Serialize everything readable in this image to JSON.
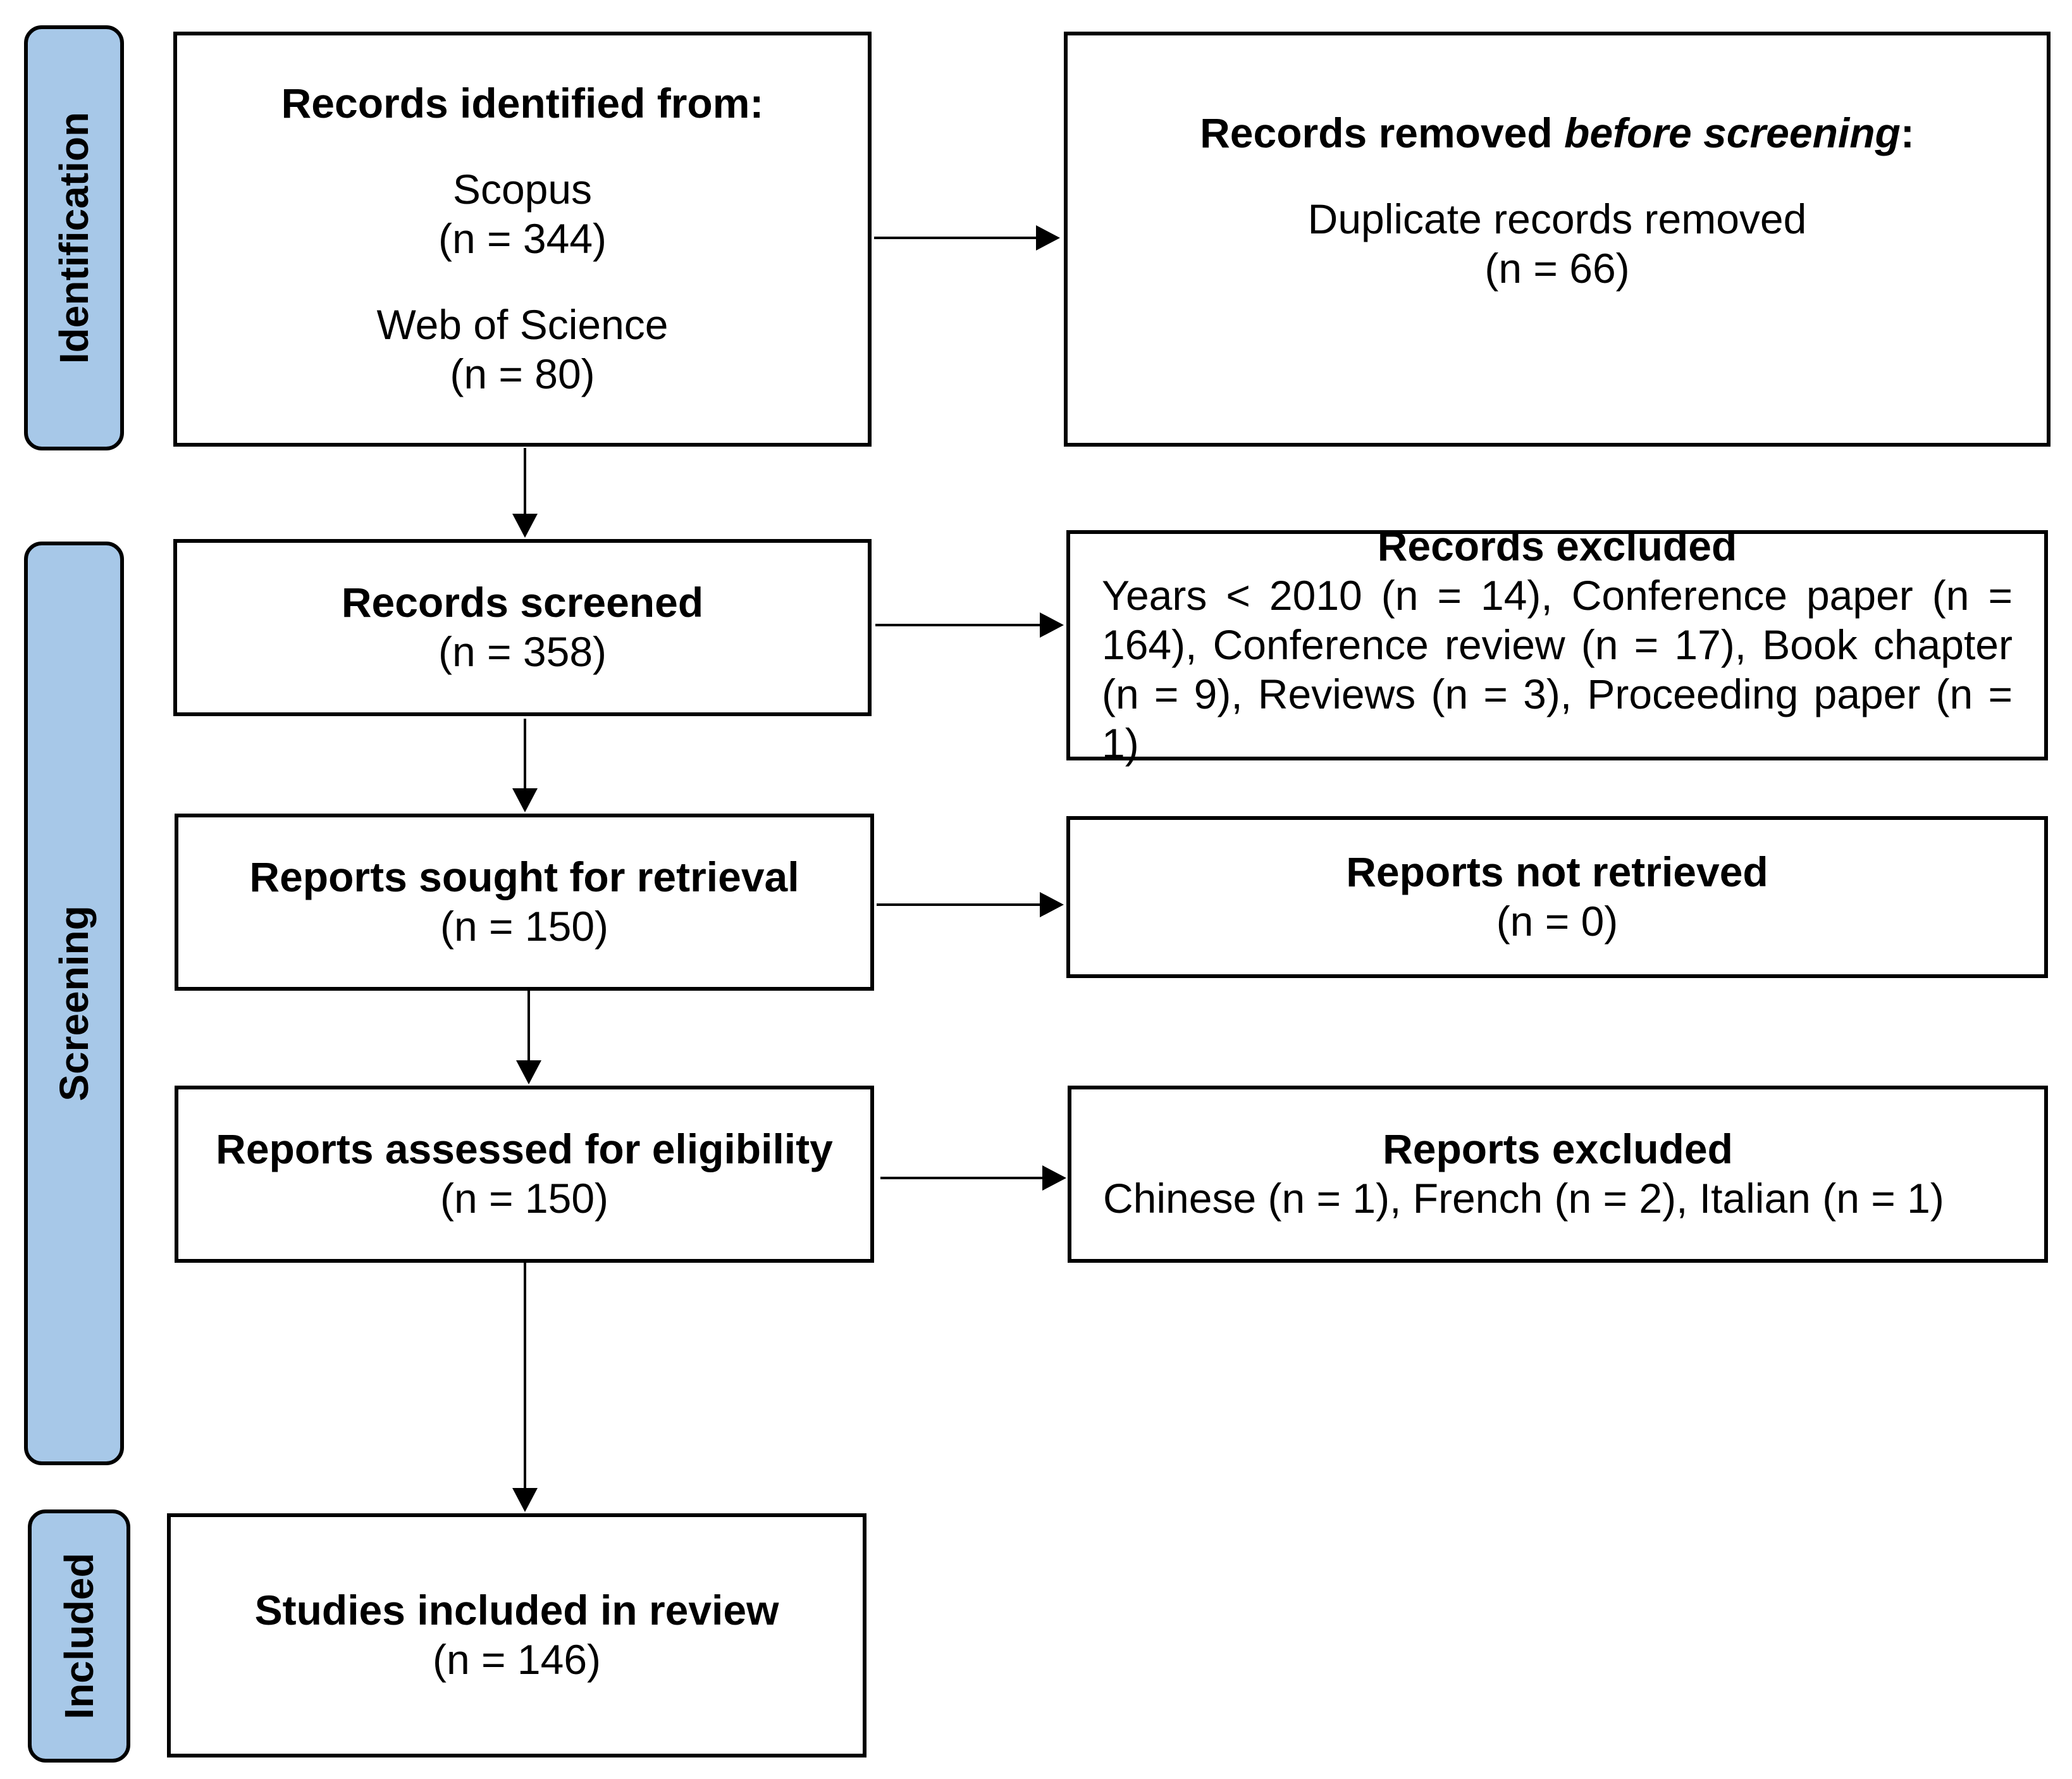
{
  "phases": {
    "identification": "Identification",
    "screening": "Screening",
    "included": "Included"
  },
  "identified": {
    "title": "Records identified from:",
    "source1_name": "Scopus",
    "source1_n": "(n = 344)",
    "source2_name": "Web of Science",
    "source2_n": "(n = 80)"
  },
  "removed": {
    "title_prefix": "Records removed ",
    "title_italic": "before screening",
    "title_suffix": ":",
    "label": "Duplicate records removed",
    "n": "(n = 66)"
  },
  "screened": {
    "title": "Records screened",
    "n": "(n = 358)"
  },
  "excluded": {
    "title": "Records excluded",
    "line1": "Years < 2010 (n = 14), Conference paper (n =",
    "line2": "164), Conference review (n = 17), Book chapter",
    "line3": "(n = 9), Reviews (n = 3), Proceeding paper (n = 1)"
  },
  "sought": {
    "title": "Reports sought for retrieval",
    "n": "(n = 150)"
  },
  "not_retrieved": {
    "title": "Reports not retrieved",
    "n": "(n = 0)"
  },
  "assessed": {
    "title": "Reports assessed for eligibility",
    "n": "(n = 150)"
  },
  "reports_excluded": {
    "title": "Reports excluded",
    "text": "Chinese (n = 1), French (n = 2), Italian (n = 1)"
  },
  "included": {
    "title": "Studies included in review",
    "n": "(n = 146)"
  }
}
